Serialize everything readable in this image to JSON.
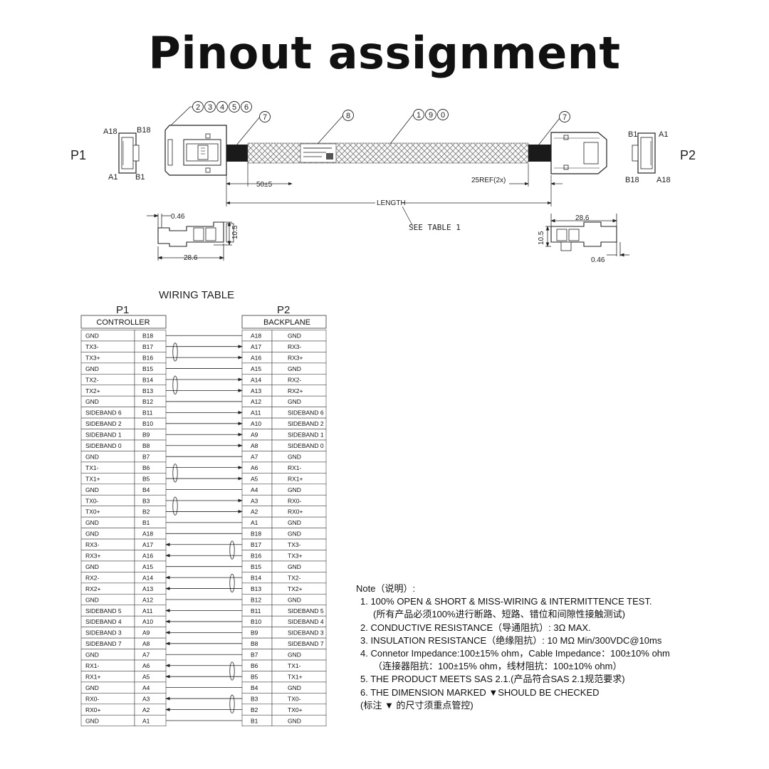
{
  "title": "Pinout assignment",
  "drawing": {
    "p1_label": "P1",
    "p2_label": "P2",
    "p1_pins": {
      "top_left": "A18",
      "top_right": "B18",
      "bottom_left": "A1",
      "bottom_right": "B1"
    },
    "p2_pins": {
      "top_left": "B1",
      "top_right": "A1",
      "bottom_left": "B18",
      "bottom_right": "A18"
    },
    "balloons": {
      "group_a": [
        "2",
        "3",
        "4",
        "5",
        "6"
      ],
      "left_7": "7",
      "mid_8": "8",
      "group_b": [
        "1",
        "9",
        "0"
      ],
      "right_7": "7"
    },
    "dims": {
      "d50": "50±5",
      "ref25": "25REF(2x)",
      "length": "LENGTH",
      "see_table": "SEE TABLE 1",
      "left_046": "0.46",
      "left_105": "10.5",
      "left_286": "28.6",
      "right_286": "28.6",
      "right_105": "10.5",
      "right_046": "0.46"
    }
  },
  "wiring": {
    "title": "WIRING TABLE",
    "p1_head": "P1",
    "p2_head": "P2",
    "p1_sub": "CONTROLLER",
    "p2_sub": "BACKPLANE",
    "rows": [
      [
        "GND",
        "B18",
        "A18",
        "GND"
      ],
      [
        "TX3-",
        "B17",
        "A17",
        "RX3-"
      ],
      [
        "TX3+",
        "B16",
        "A16",
        "RX3+"
      ],
      [
        "GND",
        "B15",
        "A15",
        "GND"
      ],
      [
        "TX2-",
        "B14",
        "A14",
        "RX2-"
      ],
      [
        "TX2+",
        "B13",
        "A13",
        "RX2+"
      ],
      [
        "GND",
        "B12",
        "A12",
        "GND"
      ],
      [
        "SIDEBAND 6",
        "B11",
        "A11",
        "SIDEBAND 6"
      ],
      [
        "SIDEBAND 2",
        "B10",
        "A10",
        "SIDEBAND 2"
      ],
      [
        "SIDEBAND 1",
        "B9",
        "A9",
        "SIDEBAND 1"
      ],
      [
        "SIDEBAND 0",
        "B8",
        "A8",
        "SIDEBAND 0"
      ],
      [
        "GND",
        "B7",
        "A7",
        "GND"
      ],
      [
        "TX1-",
        "B6",
        "A6",
        "RX1-"
      ],
      [
        "TX1+",
        "B5",
        "A5",
        "RX1+"
      ],
      [
        "GND",
        "B4",
        "A4",
        "GND"
      ],
      [
        "TX0-",
        "B3",
        "A3",
        "RX0-"
      ],
      [
        "TX0+",
        "B2",
        "A2",
        "RX0+"
      ],
      [
        "GND",
        "B1",
        "A1",
        "GND"
      ],
      [
        "GND",
        "A18",
        "B18",
        "GND"
      ],
      [
        "RX3-",
        "A17",
        "B17",
        "TX3-"
      ],
      [
        "RX3+",
        "A16",
        "B16",
        "TX3+"
      ],
      [
        "GND",
        "A15",
        "B15",
        "GND"
      ],
      [
        "RX2-",
        "A14",
        "B14",
        "TX2-"
      ],
      [
        "RX2+",
        "A13",
        "B13",
        "TX2+"
      ],
      [
        "GND",
        "A12",
        "B12",
        "GND"
      ],
      [
        "SIDEBAND 5",
        "A11",
        "B11",
        "SIDEBAND 5"
      ],
      [
        "SIDEBAND 4",
        "A10",
        "B10",
        "SIDEBAND 4"
      ],
      [
        "SIDEBAND 3",
        "A9",
        "B9",
        "SIDEBAND 3"
      ],
      [
        "SIDEBAND 7",
        "A8",
        "B8",
        "SIDEBAND 7"
      ],
      [
        "GND",
        "A7",
        "B7",
        "GND"
      ],
      [
        "RX1-",
        "A6",
        "B6",
        "TX1-"
      ],
      [
        "RX1+",
        "A5",
        "B5",
        "TX1+"
      ],
      [
        "GND",
        "A4",
        "B4",
        "GND"
      ],
      [
        "RX0-",
        "A3",
        "B3",
        "TX0-"
      ],
      [
        "RX0+",
        "A2",
        "B2",
        "TX0+"
      ],
      [
        "GND",
        "A1",
        "B1",
        "GND"
      ]
    ],
    "arrow_right": [
      1,
      2,
      4,
      5,
      7,
      8,
      9,
      10,
      12,
      13,
      15,
      16
    ],
    "arrow_left": [
      19,
      20,
      22,
      23,
      25,
      26,
      27,
      28,
      30,
      31,
      33,
      34
    ],
    "pairs_right": [
      [
        1,
        2
      ],
      [
        4,
        5
      ],
      [
        12,
        13
      ],
      [
        15,
        16
      ]
    ],
    "pairs_left": [
      [
        19,
        20
      ],
      [
        22,
        23
      ],
      [
        30,
        31
      ],
      [
        33,
        34
      ]
    ]
  },
  "notes": {
    "heading": "Note（说明）:",
    "n1": "1. 100% OPEN & SHORT & MISS-WIRING & INTERMITTENCE TEST.",
    "n1_cn": "(所有产品必须100%进行断路、短路、错位和间隙性接触测试)",
    "n2": "2. CONDUCTIVE RESISTANCE（导通阻抗）: 3Ω MAX.",
    "n3": "3. INSULATION RESISTANCE（绝缘阻抗）: 10 MΩ Min/300VDC@10ms",
    "n4": "4. Connetor Impedance:100±15% ohm，Cable Impedance：100±10% ohm",
    "n4_cn": "（连接器阻抗：100±15% ohm，线材阻抗：100±10% ohm）",
    "n5": "5. THE PRODUCT MEETS SAS 2.1.(产品符合SAS 2.1规范要求)",
    "n6": "6. THE DIMENSION MARKED ▼SHOULD BE CHECKED",
    "n6_cn": "(标注 ▼ 的尺寸须重点管控)"
  }
}
